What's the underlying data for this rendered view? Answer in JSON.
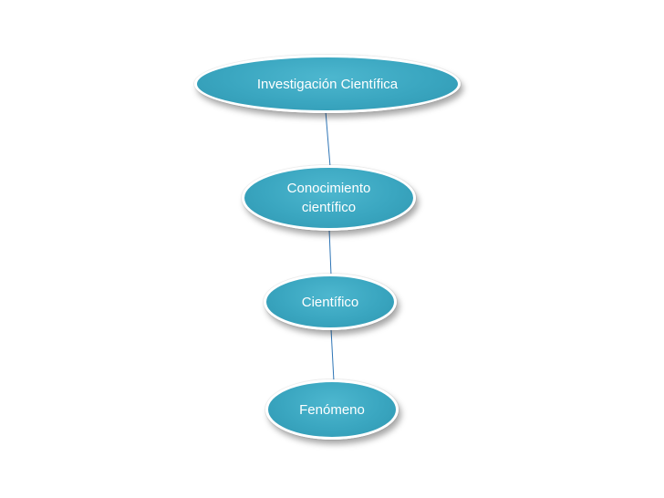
{
  "diagram": {
    "type": "vertical concept hierarchy",
    "node_color": "#3aa6c0",
    "connector_color": "#2e75b6",
    "nodes": [
      {
        "id": "n1",
        "label": "Investigación Científica"
      },
      {
        "id": "n2",
        "label": "Conocimiento científico"
      },
      {
        "id": "n3",
        "label": "Científico"
      },
      {
        "id": "n4",
        "label": "Fenómeno"
      }
    ],
    "edges": [
      {
        "from": "n1",
        "to": "n2"
      },
      {
        "from": "n2",
        "to": "n3"
      },
      {
        "from": "n3",
        "to": "n4"
      }
    ]
  }
}
